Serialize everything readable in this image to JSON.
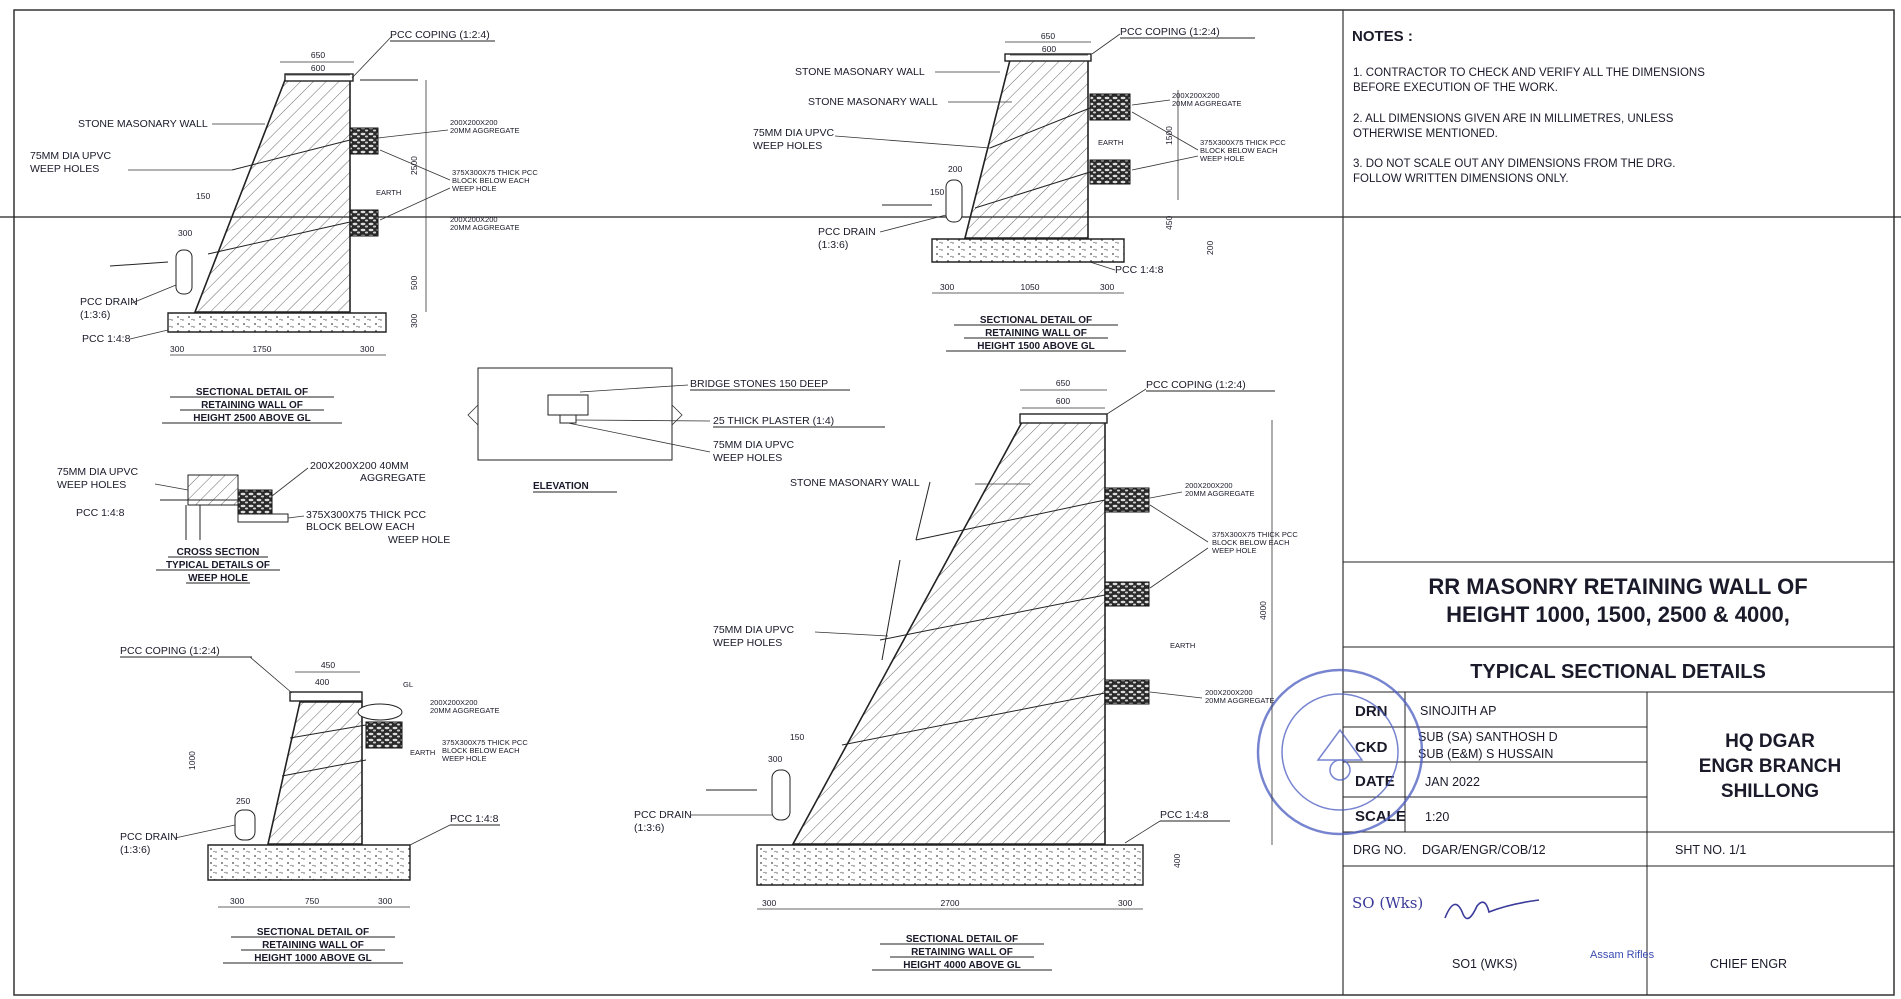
{
  "notes": {
    "heading": "NOTES :",
    "items": [
      {
        "l1": "1. CONTRACTOR TO CHECK AND VERIFY ALL THE DIMENSIONS",
        "l2": "BEFORE EXECUTION OF THE WORK."
      },
      {
        "l1": "2. ALL DIMENSIONS GIVEN  ARE IN MILLIMETRES, UNLESS",
        "l2": "OTHERWISE MENTIONED."
      },
      {
        "l1": "3. DO NOT SCALE OUT ANY DIMENSIONS FROM THE DRG.",
        "l2": "FOLLOW WRITTEN DIMENSIONS ONLY."
      }
    ]
  },
  "title_block": {
    "title_line1": "RR MASONRY RETAINING WALL OF",
    "title_line2": "HEIGHT 1000, 1500, 2500 & 4000,",
    "subtitle": "TYPICAL SECTIONAL DETAILS",
    "drn_label": "DRN",
    "drn_value": "SINOJITH AP",
    "ckd_label": "CKD",
    "ckd_value1": "SUB (SA) SANTHOSH D",
    "ckd_value2": "SUB (E&M) S HUSSAIN",
    "date_label": "DATE",
    "date_value": "JAN 2022",
    "scale_label": "SCALE",
    "scale_value": "1:20",
    "drg_label": "DRG NO.",
    "drg_value": "DGAR/ENGR/COB/12",
    "sht": "SHT NO. 1/1",
    "org1": "HQ DGAR",
    "org2": "ENGR BRANCH",
    "org3": "SHILLONG",
    "sig_left": "SO1 (WKS)",
    "sig_right": "CHIEF ENGR",
    "stamp_text": "Assam Rifles",
    "sig_so": "SO  (Wks)"
  },
  "labels": {
    "pcc_coping": "PCC COPING (1:2:4)",
    "stone_wall": "STONE MASONARY WALL",
    "weep_holes_1": "75MM DIA UPVC",
    "weep_holes_2": "WEEP HOLES",
    "pcc_drain_1": "PCC DRAIN",
    "pcc_drain_2": "(1:3:6)",
    "pcc_148": "PCC 1:4:8",
    "pcc_148_alt": "PCC 1:4:8",
    "earth": "EARTH",
    "gl": "GL",
    "agg_note_1": "200X200X200",
    "agg_note_2": "20MM AGGREGATE",
    "block_note_1": "375X300X75 THICK PCC",
    "block_note_2": "BLOCK BELOW EACH",
    "block_note_3": "WEEP HOLE",
    "agg_cs_1": "200X200X200 40MM",
    "agg_cs_2": "AGGREGATE",
    "bridge_stones": "BRIDGE STONES 150 DEEP",
    "plaster": "25 THICK PLASTER (1:4)",
    "elevation": "ELEVATION"
  },
  "sections": {
    "s2500": {
      "t1": "SECTIONAL DETAIL OF",
      "t2": "RETAINING WALL OF",
      "t3": "HEIGHT 2500 ABOVE GL"
    },
    "s1500": {
      "t1": "SECTIONAL DETAIL OF",
      "t2": "RETAINING WALL OF",
      "t3": "HEIGHT 1500 ABOVE GL"
    },
    "s1000": {
      "t1": "SECTIONAL DETAIL OF",
      "t2": "RETAINING WALL OF",
      "t3": "HEIGHT 1000 ABOVE GL"
    },
    "s4000": {
      "t1": "SECTIONAL DETAIL OF",
      "t2": "RETAINING WALL OF",
      "t3": "HEIGHT 4000 ABOVE GL"
    },
    "cross": {
      "t1": "CROSS SECTION",
      "t2": "TYPICAL DETAILS OF",
      "t3": "WEEP HOLE"
    }
  },
  "dims": {
    "d650": "650",
    "d600": "600",
    "d300": "300",
    "d1750": "1750",
    "d2500": "2500",
    "d150": "150",
    "d500": "500",
    "d1050": "1050",
    "d1500": "1500",
    "d200": "200",
    "d450": "450",
    "d400": "400",
    "d750": "750",
    "d2700": "2700",
    "d4000": "4000",
    "d250": "250"
  }
}
